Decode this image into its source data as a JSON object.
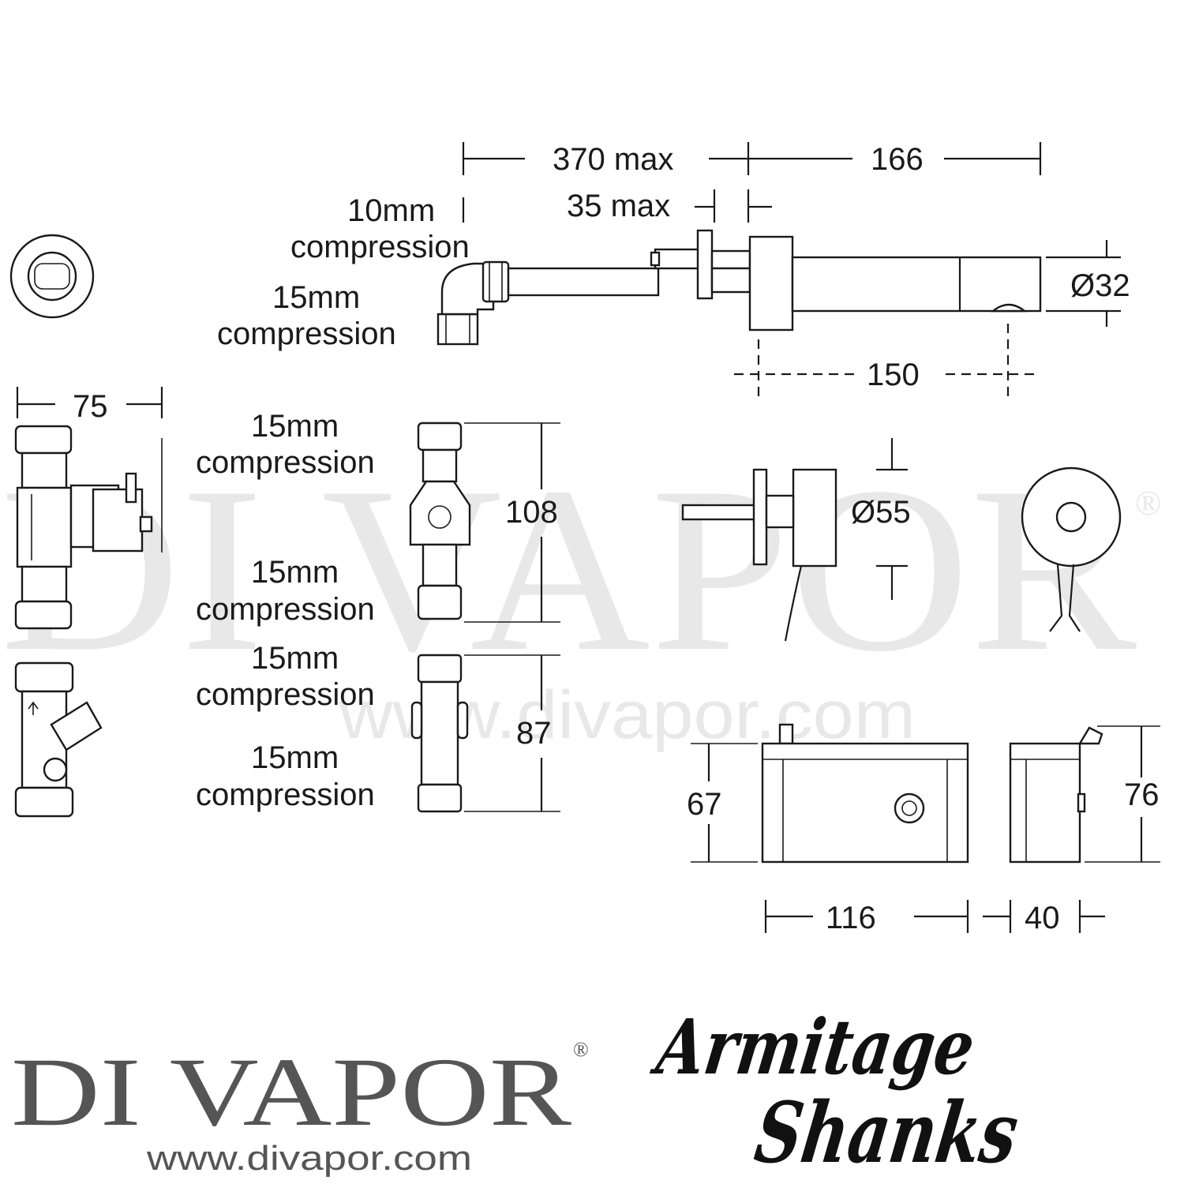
{
  "watermark": {
    "text": "DI VAPOR",
    "mark": "®",
    "url": "www.divapor.com"
  },
  "brand": {
    "name": "DI VAPOR",
    "mark": "®",
    "url": "www.divapor.com"
  },
  "manufacturer_logo": {
    "line1": "Armitage",
    "line2": "Shanks"
  },
  "spout": {
    "dim_370": "370 max",
    "dim_166": "166",
    "dim_35": "35 max",
    "dim_150": "150",
    "dim_dia32": "Ø32",
    "label_10mm_a": "10mm",
    "label_10mm_b": "compression",
    "label_15mm_a": "15mm",
    "label_15mm_b": "compression"
  },
  "solenoid": {
    "dim_75": "75",
    "dim_108": "108",
    "label_top_a": "15mm",
    "label_top_b": "compression",
    "label_bottom_a": "15mm",
    "label_bottom_b": "compression"
  },
  "sensor": {
    "dim_dia55": "Ø55"
  },
  "strainer": {
    "dim_87": "87",
    "label_top_a": "15mm",
    "label_top_b": "compression",
    "label_bottom_a": "15mm",
    "label_bottom_b": "compression"
  },
  "control_box": {
    "dim_67": "67",
    "dim_76": "76",
    "dim_116": "116",
    "dim_40": "40"
  }
}
